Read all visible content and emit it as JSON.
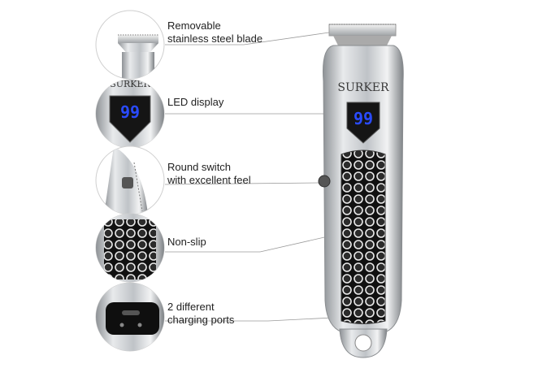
{
  "features": [
    {
      "line1": "Removable",
      "line2": "stainless steel blade"
    },
    {
      "line1": "LED display",
      "line2": ""
    },
    {
      "line1": "Round switch",
      "line2": "with excellent feel"
    },
    {
      "line1": "Non-slip",
      "line2": ""
    },
    {
      "line1": "2 different",
      "line2": "charging ports"
    }
  ],
  "product": {
    "brand": "SURKER",
    "display_value": "99"
  },
  "colors": {
    "led": "#2a4bff",
    "silver": "#c9ccd0",
    "grip": "#141414"
  }
}
